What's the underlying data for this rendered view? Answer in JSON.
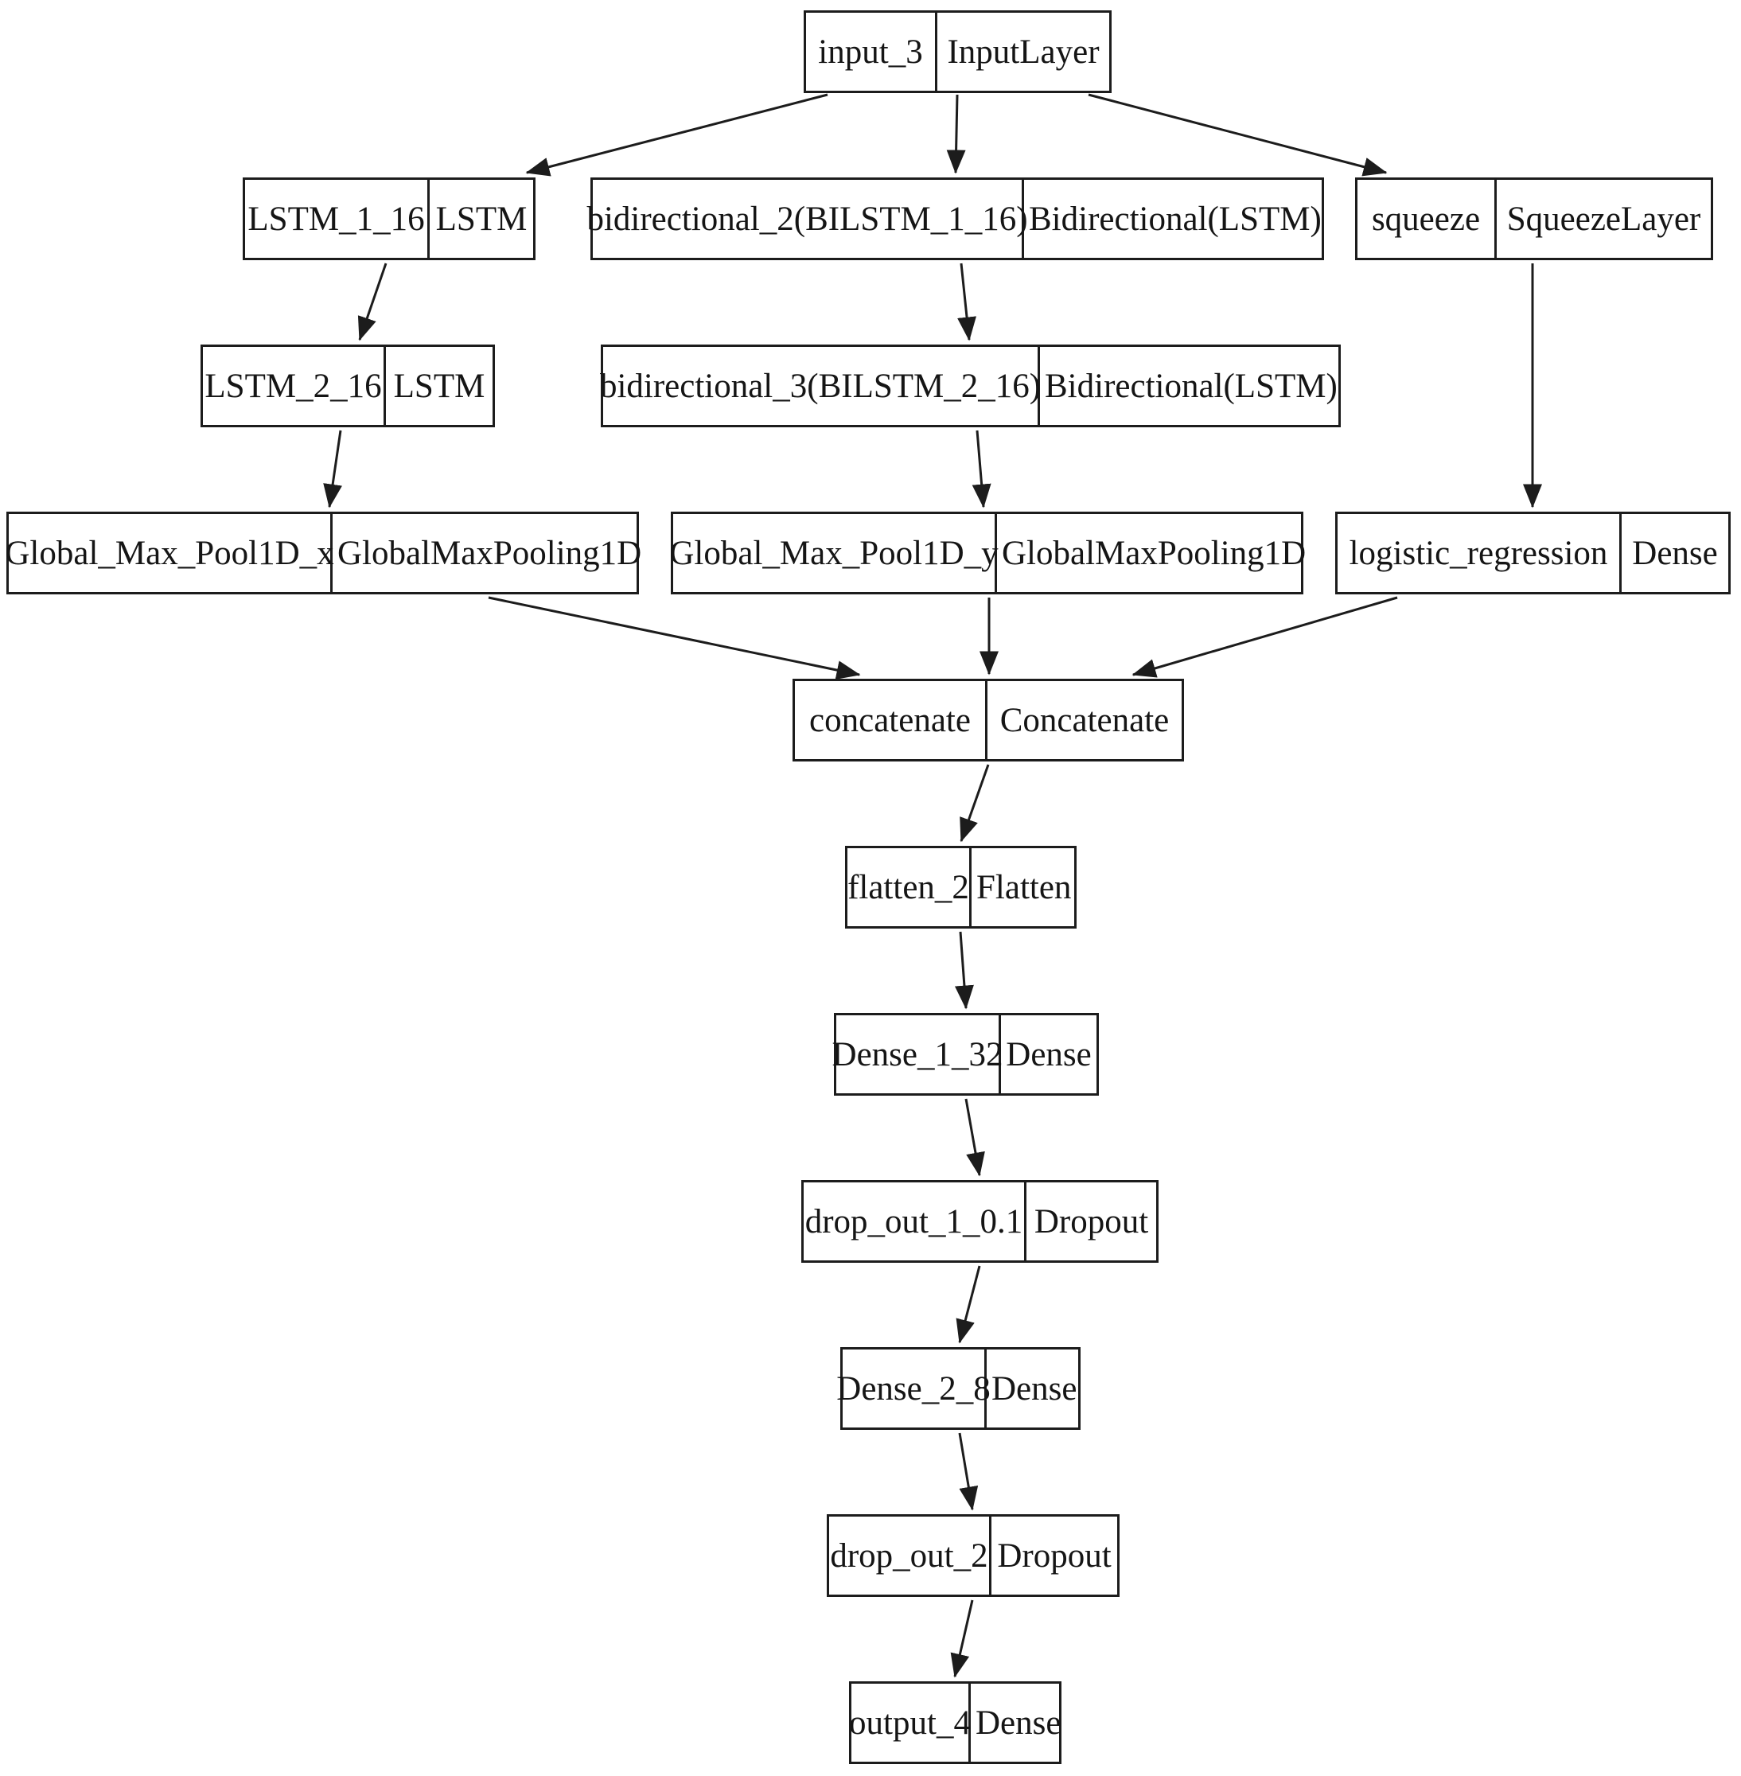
{
  "diagram": {
    "kind": "keras-model-graph",
    "node_fill": "#ffffff",
    "line_color": "#1c1c1c",
    "text_color": "#151515"
  },
  "nodes": [
    {
      "id": "input_3",
      "name": "input_3",
      "type": "InputLayer"
    },
    {
      "id": "LSTM_1_16",
      "name": "LSTM_1_16",
      "type": "LSTM"
    },
    {
      "id": "bidirectional_2",
      "name": "bidirectional_2(BILSTM_1_16)",
      "type": "Bidirectional(LSTM)"
    },
    {
      "id": "squeeze",
      "name": "squeeze",
      "type": "SqueezeLayer"
    },
    {
      "id": "LSTM_2_16",
      "name": "LSTM_2_16",
      "type": "LSTM"
    },
    {
      "id": "bidirectional_3",
      "name": "bidirectional_3(BILSTM_2_16)",
      "type": "Bidirectional(LSTM)"
    },
    {
      "id": "Global_Max_Pool1D_x",
      "name": "Global_Max_Pool1D_x",
      "type": "GlobalMaxPooling1D"
    },
    {
      "id": "Global_Max_Pool1D_y",
      "name": "Global_Max_Pool1D_y",
      "type": "GlobalMaxPooling1D"
    },
    {
      "id": "logistic_regression",
      "name": "logistic_regression",
      "type": "Dense"
    },
    {
      "id": "concatenate",
      "name": "concatenate",
      "type": "Concatenate"
    },
    {
      "id": "flatten_2",
      "name": "flatten_2",
      "type": "Flatten"
    },
    {
      "id": "Dense_1_32",
      "name": "Dense_1_32",
      "type": "Dense"
    },
    {
      "id": "drop_out_1_0.1",
      "name": "drop_out_1_0.1",
      "type": "Dropout"
    },
    {
      "id": "Dense_2_8",
      "name": "Dense_2_8",
      "type": "Dense"
    },
    {
      "id": "drop_out_2",
      "name": "drop_out_2",
      "type": "Dropout"
    },
    {
      "id": "output_4",
      "name": "output_4",
      "type": "Dense"
    }
  ],
  "edges": [
    {
      "from": "input_3",
      "to": "LSTM_1_16"
    },
    {
      "from": "input_3",
      "to": "bidirectional_2"
    },
    {
      "from": "input_3",
      "to": "squeeze"
    },
    {
      "from": "LSTM_1_16",
      "to": "LSTM_2_16"
    },
    {
      "from": "bidirectional_2",
      "to": "bidirectional_3"
    },
    {
      "from": "squeeze",
      "to": "logistic_regression"
    },
    {
      "from": "LSTM_2_16",
      "to": "Global_Max_Pool1D_x"
    },
    {
      "from": "bidirectional_3",
      "to": "Global_Max_Pool1D_y"
    },
    {
      "from": "Global_Max_Pool1D_x",
      "to": "concatenate"
    },
    {
      "from": "Global_Max_Pool1D_y",
      "to": "concatenate"
    },
    {
      "from": "logistic_regression",
      "to": "concatenate"
    },
    {
      "from": "concatenate",
      "to": "flatten_2"
    },
    {
      "from": "flatten_2",
      "to": "Dense_1_32"
    },
    {
      "from": "Dense_1_32",
      "to": "drop_out_1_0.1"
    },
    {
      "from": "drop_out_1_0.1",
      "to": "Dense_2_8"
    },
    {
      "from": "Dense_2_8",
      "to": "drop_out_2"
    },
    {
      "from": "drop_out_2",
      "to": "output_4"
    }
  ]
}
